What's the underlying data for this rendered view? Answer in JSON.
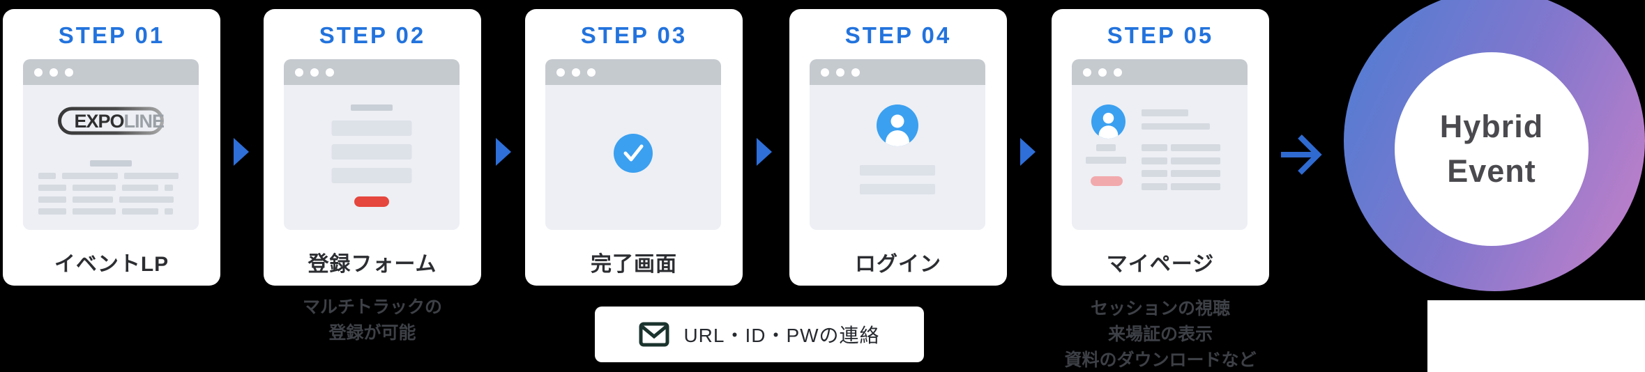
{
  "flow": {
    "steps": [
      {
        "step": "STEP 01",
        "label": "イベントLP"
      },
      {
        "step": "STEP 02",
        "label": "登録フォーム"
      },
      {
        "step": "STEP 03",
        "label": "完了画面"
      },
      {
        "step": "STEP 04",
        "label": "ログイン"
      },
      {
        "step": "STEP 05",
        "label": "マイページ"
      }
    ],
    "logo": {
      "primary": "EXPO",
      "secondary": "LINE"
    },
    "notes": {
      "step2": {
        "lines": [
          "マルチトラックの",
          "登録が可能"
        ]
      },
      "step5": {
        "lines": [
          "セッションの視聴",
          "来場証の表示",
          "資料のダウンロードなど"
        ]
      }
    },
    "mail_note": {
      "label": "URL・ID・PWの連絡"
    },
    "result": {
      "lines": [
        "Hybrid",
        "Event"
      ]
    }
  },
  "colors": {
    "background": "#000000",
    "card_bg": "#ffffff",
    "step_blue": "#2273dd",
    "arrow_blue": "#2e6fd9",
    "accent_light_blue": "#3ba0f0",
    "button_red": "#e5463d",
    "pill_pink": "#f2a9ac",
    "browser_header_gray": "#c5cacf",
    "browser_body_gray": "#edeff4",
    "ring_gradient_start": "#4b7dd3",
    "ring_gradient_end": "#c981c9",
    "result_text": "#4a4a4e"
  }
}
